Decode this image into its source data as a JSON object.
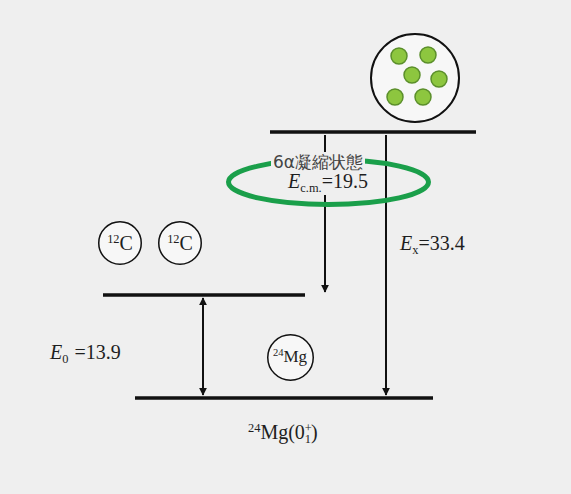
{
  "diagram": {
    "nodes": [
      {
        "text": [
          "E",
          "c.m.",
          "=19.5"
        ]
      },
      {
        "text": [
          "12",
          "C"
        ]
      },
      {
        "text": [
          "12",
          "C"
        ]
      },
      {
        "text": [
          "24",
          "Mg"
        ]
      }
    ],
    "labels": [
      "6α凝縮状態",
      "E",
      "x",
      "=33.4",
      "E",
      "0",
      "=13.9",
      "24",
      "Mg(0",
      "+",
      "1",
      ")"
    ]
  }
}
